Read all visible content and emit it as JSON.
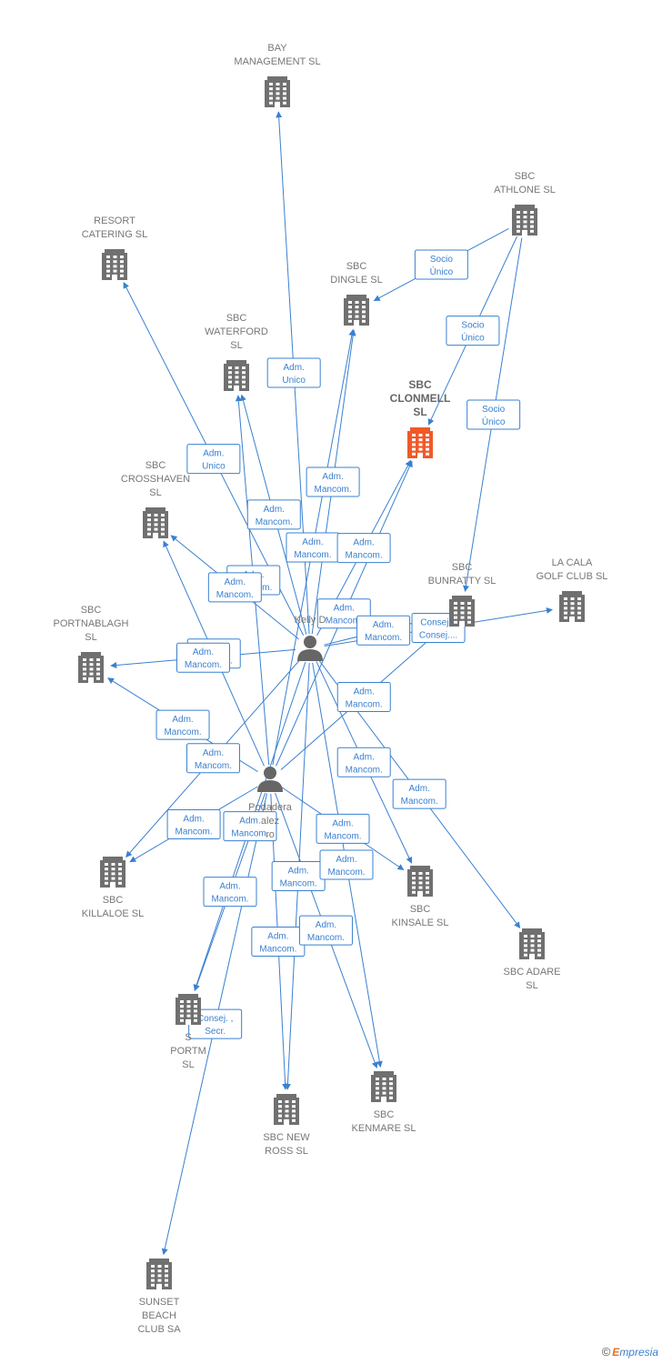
{
  "colors": {
    "edge": "#3a80d0",
    "company": "#707070",
    "focus_company": "#f05a28",
    "person": "#666666",
    "label": "#777777"
  },
  "companies": [
    {
      "id": "bay",
      "lines": [
        "BAY",
        "MANAGEMENT SL"
      ],
      "icon": "building-icon"
    },
    {
      "id": "resort",
      "lines": [
        "RESORT",
        "CATERING SL"
      ],
      "icon": "building-icon"
    },
    {
      "id": "athlone",
      "lines": [
        "SBC",
        "ATHLONE  SL"
      ],
      "icon": "building-icon"
    },
    {
      "id": "dingle",
      "lines": [
        "SBC",
        "DINGLE  SL"
      ],
      "icon": "building-icon"
    },
    {
      "id": "waterford",
      "lines": [
        "SBC",
        "WATERFORD",
        "SL"
      ],
      "icon": "building-icon"
    },
    {
      "id": "clonmell",
      "lines": [
        "SBC",
        "CLONMELL",
        "SL"
      ],
      "icon": "building-icon",
      "focus": true
    },
    {
      "id": "crosshaven",
      "lines": [
        "SBC",
        "CROSSHAVEN",
        "SL"
      ],
      "icon": "building-icon"
    },
    {
      "id": "bunratty",
      "lines": [
        "SBC",
        "BUNRATTY  SL"
      ],
      "icon": "building-icon"
    },
    {
      "id": "lacala",
      "lines": [
        "LA CALA",
        "GOLF CLUB SL"
      ],
      "icon": "building-icon"
    },
    {
      "id": "portnablagh",
      "lines": [
        "SBC",
        "PORTNABLAGH",
        "SL"
      ],
      "icon": "building-icon"
    },
    {
      "id": "killaloe",
      "lines": [
        "SBC",
        "KILLALOE  SL"
      ],
      "icon": "building-icon"
    },
    {
      "id": "kinsale",
      "lines": [
        "SBC",
        "KINSALE  SL"
      ],
      "icon": "building-icon"
    },
    {
      "id": "adare",
      "lines": [
        "SBC ADARE",
        "SL"
      ],
      "icon": "building-icon"
    },
    {
      "id": "portm",
      "lines": [
        "S",
        "PORTM",
        "SL"
      ],
      "icon": "building-icon"
    },
    {
      "id": "newross",
      "lines": [
        "SBC NEW",
        "ROSS  SL"
      ],
      "icon": "building-icon"
    },
    {
      "id": "kenmare",
      "lines": [
        "SBC",
        "KENMARE  SL"
      ],
      "icon": "building-icon"
    },
    {
      "id": "sunset",
      "lines": [
        "SUNSET",
        "BEACH",
        "CLUB SA"
      ],
      "icon": "building-icon"
    }
  ],
  "persons": [
    {
      "id": "kelly",
      "lines": [
        "Kelly D"
      ],
      "icon": "person-icon"
    },
    {
      "id": "podadera",
      "lines": [
        "Podadera",
        "alez",
        "ro"
      ],
      "icon": "person-icon"
    }
  ],
  "edges": [
    {
      "from": "kelly",
      "to": "bay",
      "label": [
        "Adm.",
        "Unico"
      ]
    },
    {
      "from": "kelly",
      "to": "resort",
      "label": [
        "Adm.",
        "Unico"
      ]
    },
    {
      "from": "athlone",
      "to": "dingle",
      "label": [
        "Socio",
        "Único"
      ]
    },
    {
      "from": "athlone",
      "to": "clonmell",
      "label": [
        "Socio",
        "Único"
      ]
    },
    {
      "from": "athlone",
      "to": "bunratty",
      "label": [
        "Socio",
        "Único"
      ]
    },
    {
      "from": "kelly",
      "to": "dingle",
      "label": [
        "Adm.",
        "Mancom."
      ]
    },
    {
      "from": "podadera",
      "to": "dingle",
      "label": [
        "Adm.",
        "Mancom."
      ]
    },
    {
      "from": "kelly",
      "to": "waterford",
      "label": [
        "Adm.",
        "Mancom."
      ]
    },
    {
      "from": "podadera",
      "to": "waterford",
      "label": [
        "Adm.",
        "Mancom."
      ]
    },
    {
      "from": "kelly",
      "to": "clonmell",
      "label": [
        "Adm.",
        "Mancom."
      ]
    },
    {
      "from": "podadera",
      "to": "clonmell",
      "label": [
        "Adm.",
        "Mancom."
      ]
    },
    {
      "from": "kelly",
      "to": "crosshaven",
      "label": [
        "Adm.",
        "Mancom."
      ]
    },
    {
      "from": "podadera",
      "to": "crosshaven",
      "label": [
        "Adm.",
        "Mancom."
      ]
    },
    {
      "from": "kelly",
      "to": "bunratty",
      "label": [
        "Adm.",
        "Mancom."
      ]
    },
    {
      "from": "podadera",
      "to": "bunratty",
      "label": [
        "Adm.",
        "Mancom."
      ]
    },
    {
      "from": "kelly",
      "to": "lacala",
      "label": [
        "Consej. ,",
        "Consej...."
      ]
    },
    {
      "from": "kelly",
      "to": "portnablagh",
      "label": [
        "Adm.",
        "Mancom."
      ]
    },
    {
      "from": "podadera",
      "to": "portnablagh",
      "label": [
        "Adm.",
        "Mancom."
      ]
    },
    {
      "from": "kelly",
      "to": "killaloe",
      "label": [
        "Adm.",
        "Mancom."
      ]
    },
    {
      "from": "podadera",
      "to": "killaloe",
      "label": [
        "Adm.",
        "Mancom."
      ]
    },
    {
      "from": "kelly",
      "to": "kinsale",
      "label": [
        "Adm.",
        "Mancom."
      ]
    },
    {
      "from": "podadera",
      "to": "kinsale",
      "label": [
        "Adm.",
        "Mancom."
      ]
    },
    {
      "from": "kelly",
      "to": "adare",
      "label": [
        "Adm.",
        "Mancom."
      ]
    },
    {
      "from": "kelly",
      "to": "portm",
      "label": [
        "Adm.",
        "Mancom."
      ]
    },
    {
      "from": "podadera",
      "to": "portm",
      "label": [
        "Adm.",
        "Mancom."
      ]
    },
    {
      "from": "kelly",
      "to": "newross",
      "label": [
        "Adm.",
        "Mancom."
      ]
    },
    {
      "from": "podadera",
      "to": "newross",
      "label": [
        "Adm.",
        "Mancom."
      ]
    },
    {
      "from": "kelly",
      "to": "kenmare",
      "label": [
        "Adm.",
        "Mancom."
      ]
    },
    {
      "from": "podadera",
      "to": "kenmare",
      "label": [
        "Adm.",
        "Mancom."
      ]
    },
    {
      "from": "podadera",
      "to": "sunset",
      "label": [
        "Consej. ,",
        "Secr."
      ]
    }
  ],
  "footer": {
    "copyright": "©",
    "brand_first": "E",
    "brand_rest": "mpresia"
  }
}
